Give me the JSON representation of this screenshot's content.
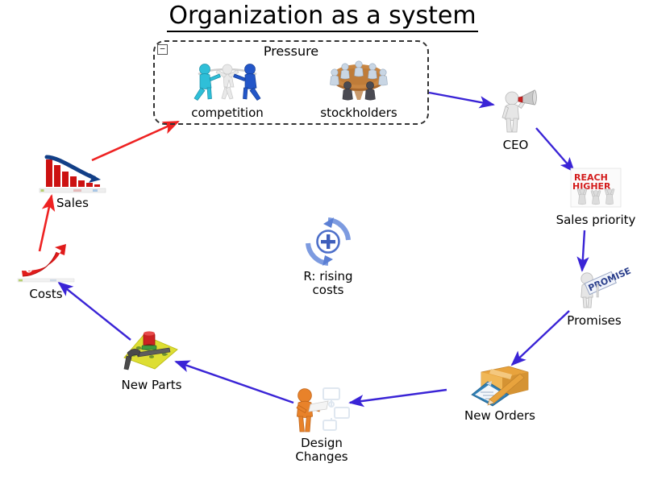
{
  "title": "Organization as a system",
  "group": {
    "label": "Pressure",
    "collapse_icon": "collapse-minus-icon",
    "collapse_glyph": "−",
    "members": [
      {
        "id": "competition",
        "label": "competition",
        "icon": "tug-of-war-icon"
      },
      {
        "id": "stockholders",
        "label": "stockholders",
        "icon": "boardroom-table-icon"
      }
    ]
  },
  "center": {
    "label": "R: rising\ncosts",
    "icon": "reinforcing-loop-plus-icon",
    "loop_type": "R",
    "polarity": "+"
  },
  "nodes": [
    {
      "id": "sales",
      "label": "Sales",
      "icon": "declining-bar-chart-icon"
    },
    {
      "id": "costs",
      "label": "Costs",
      "icon": "rising-cost-arrow-icon"
    },
    {
      "id": "ceo",
      "label": "CEO",
      "icon": "megaphone-person-icon"
    },
    {
      "id": "sales-priority",
      "label": "Sales priority",
      "icon": "reach-higher-letters-icon"
    },
    {
      "id": "promises",
      "label": "Promises",
      "icon": "promise-sign-person-icon"
    },
    {
      "id": "new-orders",
      "label": "New Orders",
      "icon": "order-box-clipboard-icon"
    },
    {
      "id": "design-changes",
      "label": "Design\nChanges",
      "icon": "designer-person-icon"
    },
    {
      "id": "new-parts",
      "label": "New Parts",
      "icon": "circuit-parts-icon"
    }
  ],
  "links": [
    {
      "id": "costs-to-sales",
      "from": "costs",
      "to": "sales",
      "color": "#ee2222"
    },
    {
      "id": "sales-to-pressure",
      "from": "sales",
      "to": "pressure-group",
      "color": "#ee2222"
    },
    {
      "id": "pressure-to-ceo",
      "from": "pressure-group",
      "to": "ceo",
      "color": "#3a24d6"
    },
    {
      "id": "ceo-to-sales-priority",
      "from": "ceo",
      "to": "sales-priority",
      "color": "#3a24d6"
    },
    {
      "id": "sales-priority-to-promises",
      "from": "sales-priority",
      "to": "promises",
      "color": "#3a24d6"
    },
    {
      "id": "promises-to-new-orders",
      "from": "promises",
      "to": "new-orders",
      "color": "#3a24d6"
    },
    {
      "id": "new-orders-to-design",
      "from": "new-orders",
      "to": "design-changes",
      "color": "#3a24d6"
    },
    {
      "id": "design-to-new-parts",
      "from": "design-changes",
      "to": "new-parts",
      "color": "#3a24d6"
    },
    {
      "id": "new-parts-to-costs",
      "from": "new-parts",
      "to": "costs",
      "color": "#3a24d6"
    }
  ],
  "colors": {
    "arrow_blue": "#3a24d6",
    "arrow_red": "#ee2222",
    "group_border": "#333333",
    "text": "#000000",
    "background": "#ffffff"
  }
}
